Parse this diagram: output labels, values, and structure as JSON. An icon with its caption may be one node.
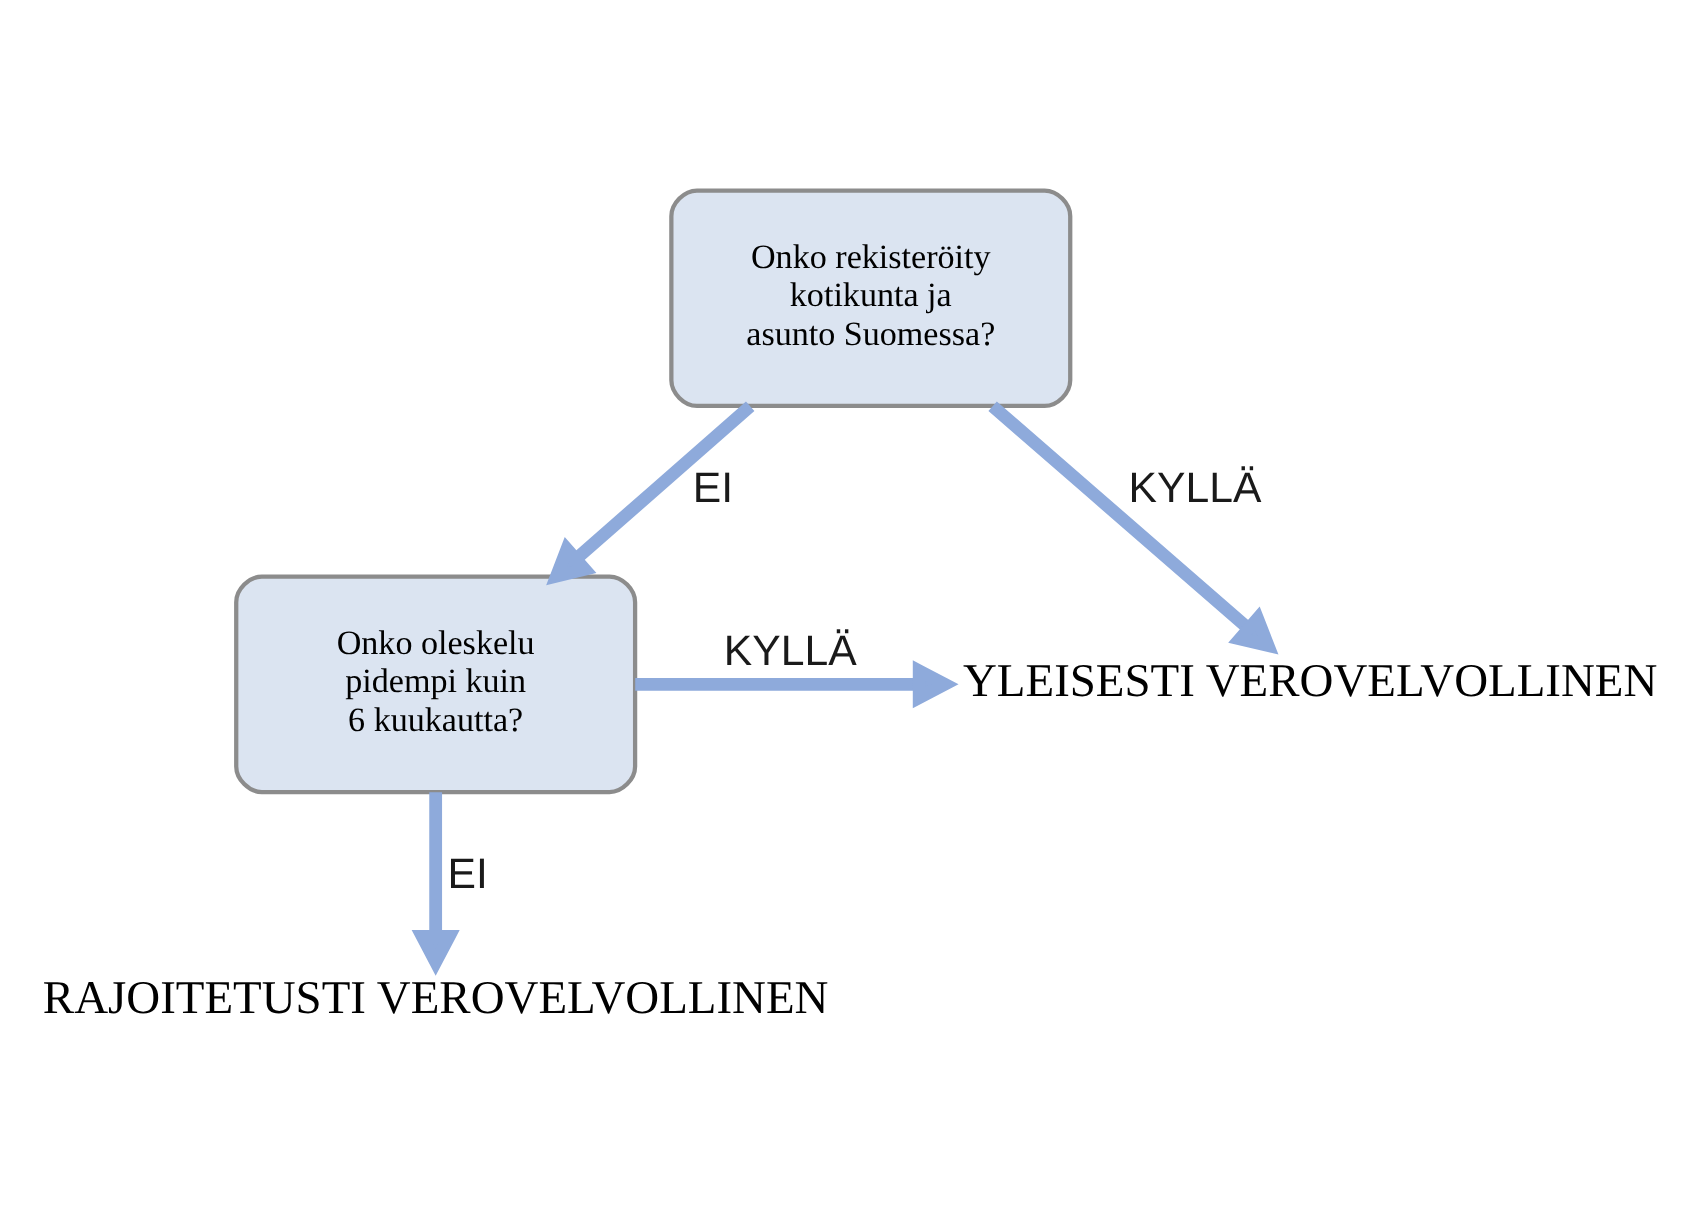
{
  "diagram": {
    "nodes": [
      {
        "text": [
          "Onko rekisteröity kotikunta ja asunto Suomessa?"
        ]
      },
      {
        "text": [
          "Onko oleskelu pidempi kuin 6 kuukautta?"
        ]
      },
      {
        "text": [
          "YLEISESTI VEROVELVOLLINEN"
        ]
      },
      {
        "text": [
          "RAJOITETUSTI VEROVELVOLLINEN"
        ]
      }
    ],
    "edges": [
      {
        "from": 0,
        "to": 2,
        "arrow": "to",
        "label": "KYLLÄ"
      },
      {
        "from": 0,
        "to": 1,
        "arrow": "to",
        "label": "EI"
      },
      {
        "from": 1,
        "to": 2,
        "arrow": "to",
        "label": "KYLLÄ"
      },
      {
        "from": 1,
        "to": 3,
        "arrow": "to",
        "label": "EI"
      }
    ]
  }
}
